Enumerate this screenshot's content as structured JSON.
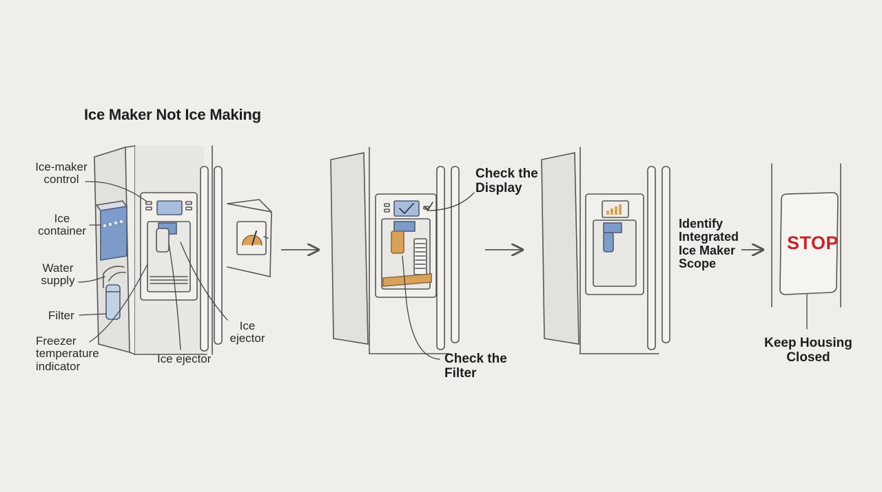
{
  "title": "Ice Maker Not Ice Making",
  "labels": {
    "ice_maker_control": "Ice-maker\ncontrol",
    "ice_container": "Ice\ncontainer",
    "water_supply": "Water\nsupply",
    "filter": "Filter",
    "freezer_temp": "Freezer\ntemperature\nindicator",
    "ice_ejector_bottom": "Ice ejector",
    "ice_ejector_right": "Ice\nejector"
  },
  "steps": {
    "check_display": "Check the\nDisplay",
    "check_filter": "Check the\nFilter",
    "identify_scope": "Identify\nIntegrated\nIce Maker\nScope",
    "keep_closed": "Keep Housing\nClosed"
  },
  "stop_sign": "STOP",
  "colors": {
    "ice_blue": "#7e9cc9",
    "amber": "#d9a25a",
    "stop_red": "#c4262b",
    "line": "#555555"
  }
}
